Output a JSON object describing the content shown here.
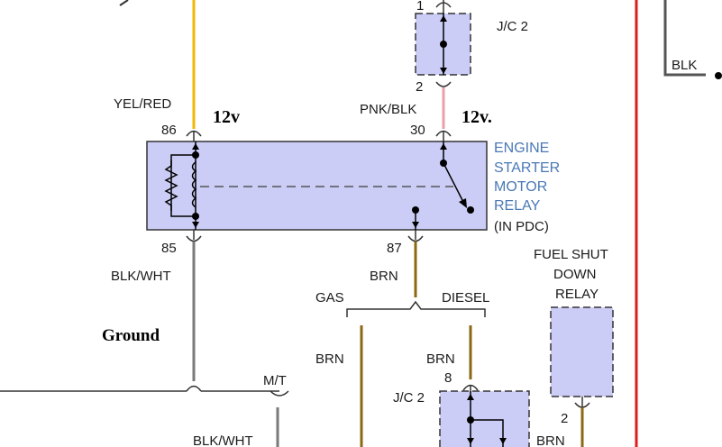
{
  "colors": {
    "yel_red": "#f2b705",
    "pnk_blk": "#e8a0a8",
    "blk_wht": "#7a7a7a",
    "brn": "#8b6914",
    "red": "#e01b1b",
    "blk": "#555555",
    "component_fill": "#cccdf6"
  },
  "jc2_top": {
    "label": "J/C 2",
    "pin_top": "1",
    "pin_bottom": "2"
  },
  "relay": {
    "name_lines": [
      "ENGINE",
      "STARTER",
      "MOTOR",
      "RELAY"
    ],
    "location": "(IN PDC)",
    "pin_86": "86",
    "pin_30": "30",
    "pin_85": "85",
    "pin_87": "87",
    "voltage_86": "12v",
    "voltage_30": "12v."
  },
  "wires": {
    "yel_red": "YEL/RED",
    "pnk_blk": "PNK/BLK",
    "blk_wht": "BLK/WHT",
    "brn_87": "BRN",
    "brn_gas": "BRN",
    "brn_diesel": "BRN",
    "blk": "BLK",
    "blk_wht_bottom": "BLK/WHT",
    "brn_fuel": "BRN"
  },
  "branches": {
    "gas": "GAS",
    "diesel": "DIESEL"
  },
  "ground_label": "Ground",
  "mt_label": "M/T",
  "jc2_bottom": {
    "label": "J/C 2",
    "pin": "8"
  },
  "fuel_relay": {
    "lines": [
      "FUEL SHUT",
      "DOWN",
      "RELAY"
    ],
    "pin": "2"
  }
}
